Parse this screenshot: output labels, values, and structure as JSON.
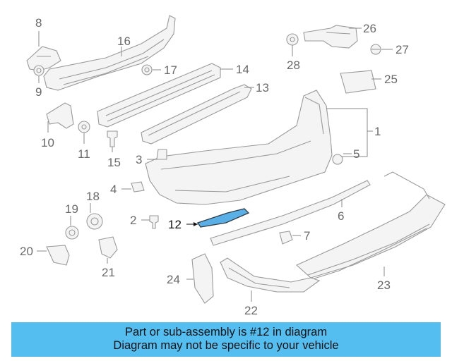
{
  "callouts": {
    "c1": "1",
    "c2": "2",
    "c3": "3",
    "c4": "4",
    "c5": "5",
    "c6": "6",
    "c7": "7",
    "c8": "8",
    "c9": "9",
    "c10": "10",
    "c11": "11",
    "c12": "12",
    "c13": "13",
    "c14": "14",
    "c15": "15",
    "c16": "16",
    "c17": "17",
    "c18": "18",
    "c19": "19",
    "c20": "20",
    "c21": "21",
    "c22": "22",
    "c23": "23",
    "c24": "24",
    "c25": "25",
    "c26": "26",
    "c27": "27",
    "c28": "28"
  },
  "highlighted_part": "12",
  "colors": {
    "banner": "#55bef0",
    "highlight_part": "#5ab0e6",
    "line": "#9a9a9a"
  },
  "banner": {
    "line1": "Part or sub-assembly is #12 in diagram",
    "line2": "Diagram may not be specific to your vehicle"
  }
}
